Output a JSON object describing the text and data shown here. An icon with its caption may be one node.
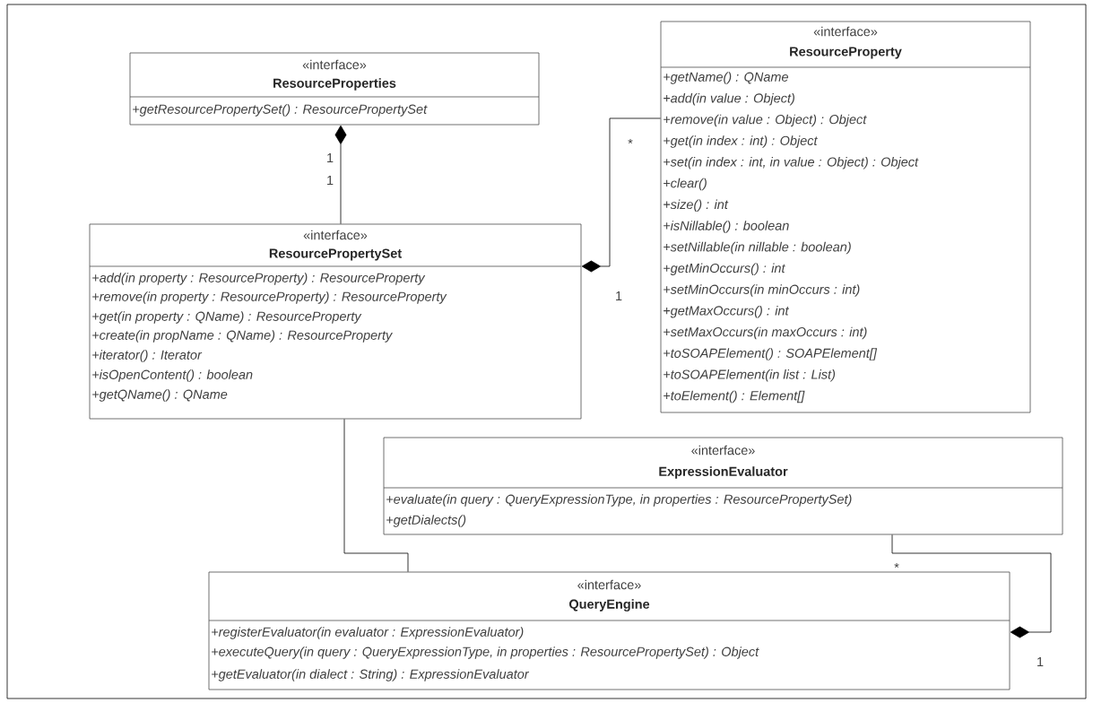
{
  "diagram": {
    "nodes": [
      {
        "text": [
          "«interface»",
          "ResourceProperties",
          "+getResourcePropertySet() : ResourcePropertySet"
        ]
      },
      {
        "text": [
          "«interface»",
          "ResourcePropertySet",
          "+add(in property : ResourceProperty) : ResourceProperty",
          "+remove(in property : ResourceProperty) : ResourceProperty",
          "+get(in property : QName) : ResourceProperty",
          "+create(in propName : QName) : ResourceProperty",
          "+iterator() : Iterator",
          "+isOpenContent() : boolean",
          "+getQName() : QName"
        ]
      },
      {
        "text": [
          "«interface»",
          "ResourceProperty",
          "+getName() : QName",
          "+add(in value : Object)",
          "+remove(in value : Object) : Object",
          "+get(in index : int) : Object",
          "+set(in index : int, in value : Object) : Object",
          "+clear()",
          "+size() : int",
          "+isNillable() : boolean",
          "+setNillable(in nillable : boolean)",
          "+getMinOccurs() : int",
          "+setMinOccurs(in minOccurs : int)",
          "+getMaxOccurs() : int",
          "+setMaxOccurs(in maxOccurs : int)",
          "+toSOAPElement() : SOAPElement[]",
          "+toSOAPElement(in list : List)",
          "+toElement() : Element[]"
        ]
      },
      {
        "text": [
          "«interface»",
          "ExpressionEvaluator",
          "+evaluate(in query : QueryExpressionType, in properties : ResourcePropertySet)",
          "+getDialects()"
        ]
      },
      {
        "text": [
          "«interface»",
          "QueryEngine",
          "+registerEvaluator(in evaluator : ExpressionEvaluator)",
          "+executeQuery(in query : QueryExpressionType, in properties : ResourcePropertySet) : Object",
          "+getEvaluator(in dialect : String) : ExpressionEvaluator"
        ]
      }
    ],
    "edges": [
      {
        "from": 0,
        "to": 1,
        "arrow": "other"
      },
      {
        "from": 1,
        "to": 2,
        "arrow": "other"
      },
      {
        "from": 1,
        "to": 4,
        "arrow": "none"
      },
      {
        "from": 4,
        "to": 3,
        "arrow": "other"
      }
    ],
    "labels": [
      "1",
      "1",
      "*",
      "1",
      "*",
      "1"
    ]
  }
}
